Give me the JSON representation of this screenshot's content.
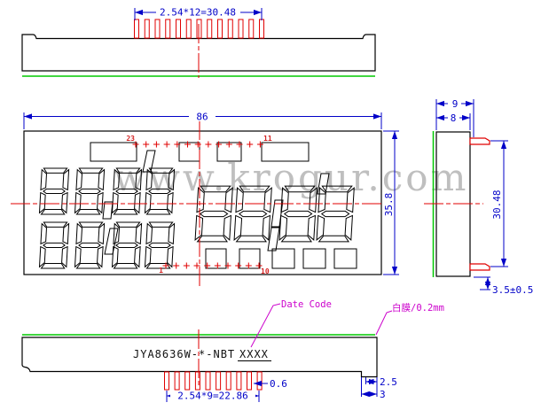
{
  "watermark": {
    "text": "www.krogur.com"
  },
  "colors": {
    "outline": "#000000",
    "dimension_blue": "#0000c8",
    "centerline_red": "#e00000",
    "datum_green": "#00c800",
    "annotation_magenta": "#cc00cc",
    "watermark_gray": "#b5b5b5"
  },
  "top_view": {
    "pitch_dim": "2.54*12=30.48"
  },
  "front_view": {
    "width_dim": "86",
    "height_dim": "35.8",
    "pin_top_left": "23",
    "pin_top_right": "11",
    "pin_bottom_left": "1",
    "pin_bottom_right": "10"
  },
  "side_view": {
    "overall_width_dim": "9",
    "body_width_dim": "8",
    "pin_span_dim": "30.48",
    "standoff_dim": "3.5±0.5"
  },
  "bottom_view": {
    "part_number": "JYA8636W-*-NBT",
    "date_code_value": "XXXX",
    "date_code_label": "Date Code",
    "film_note": "白膜/0.2mm",
    "pin_width_dim": "0.6",
    "pitch_dim": "2.54*9=22.86",
    "step_dim_a": "2.5",
    "step_dim_b": "3"
  }
}
